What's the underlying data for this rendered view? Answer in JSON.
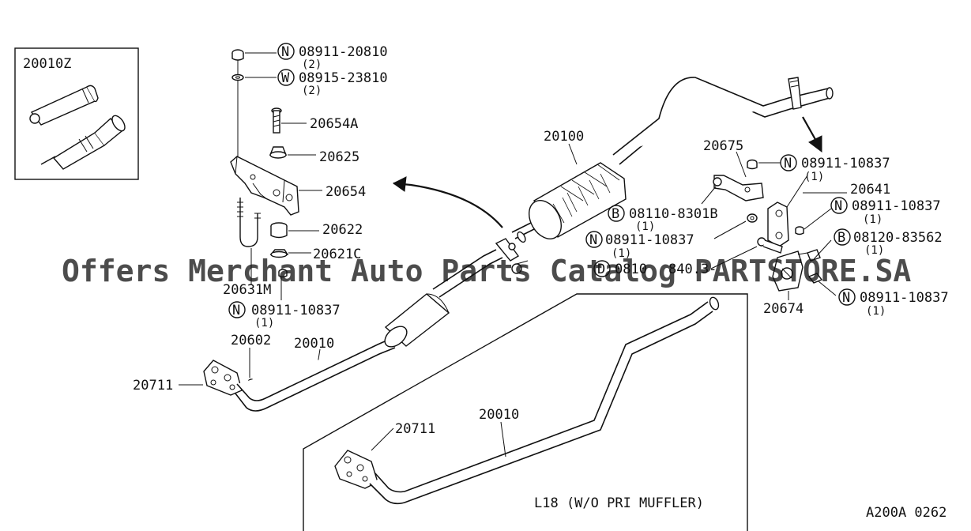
{
  "parts": {
    "inset_part": "20010Z",
    "n_top": "08911-20810",
    "n_top_qty": "(2)",
    "w_washer": "08915-23810",
    "w_washer_qty": "(2)",
    "bolt": "20654A",
    "insulator": "20625",
    "bracket": "20654",
    "mount_rubber": "20622",
    "mount_c": "20621C",
    "hanger_rod": "20631M",
    "n_lower": "08911-10837",
    "n_lower_qty": "(1)",
    "clamp": "20602",
    "front_pipe": "20010",
    "gasket_left": "20711",
    "muffler": "20100",
    "hanger_top": "20675",
    "n_right_top": "08911-10837",
    "n_right_top_qty": "(1)",
    "bracket_right": "20641",
    "n_right_mid": "08911-10837",
    "n_right_mid_qty": "(1)",
    "b_bolt_1": "08110-8301B",
    "b_bolt_1_qty": "(1)",
    "b_bolt_2": "08120-83562",
    "b_bolt_2_qty": "(1)",
    "n_center": "08911-10837",
    "n_center_qty": "(1)",
    "partial_d": "0810",
    "partial_center": "840.3-",
    "hanger_bottom": "20674",
    "n_right_bottom": "08911-10837",
    "n_right_bottom_qty": "(1)",
    "inset_pipe": "20010",
    "inset_gasket": "20711"
  },
  "symbols": {
    "n": "N",
    "w": "W",
    "b": "B",
    "d": "D"
  },
  "inset_caption": "L18 (W/O PRI MUFFLER)",
  "diagram_code": "A200A 0262",
  "watermark": "Offers Merchant Auto Parts Catalog PARTSTORE.SA"
}
